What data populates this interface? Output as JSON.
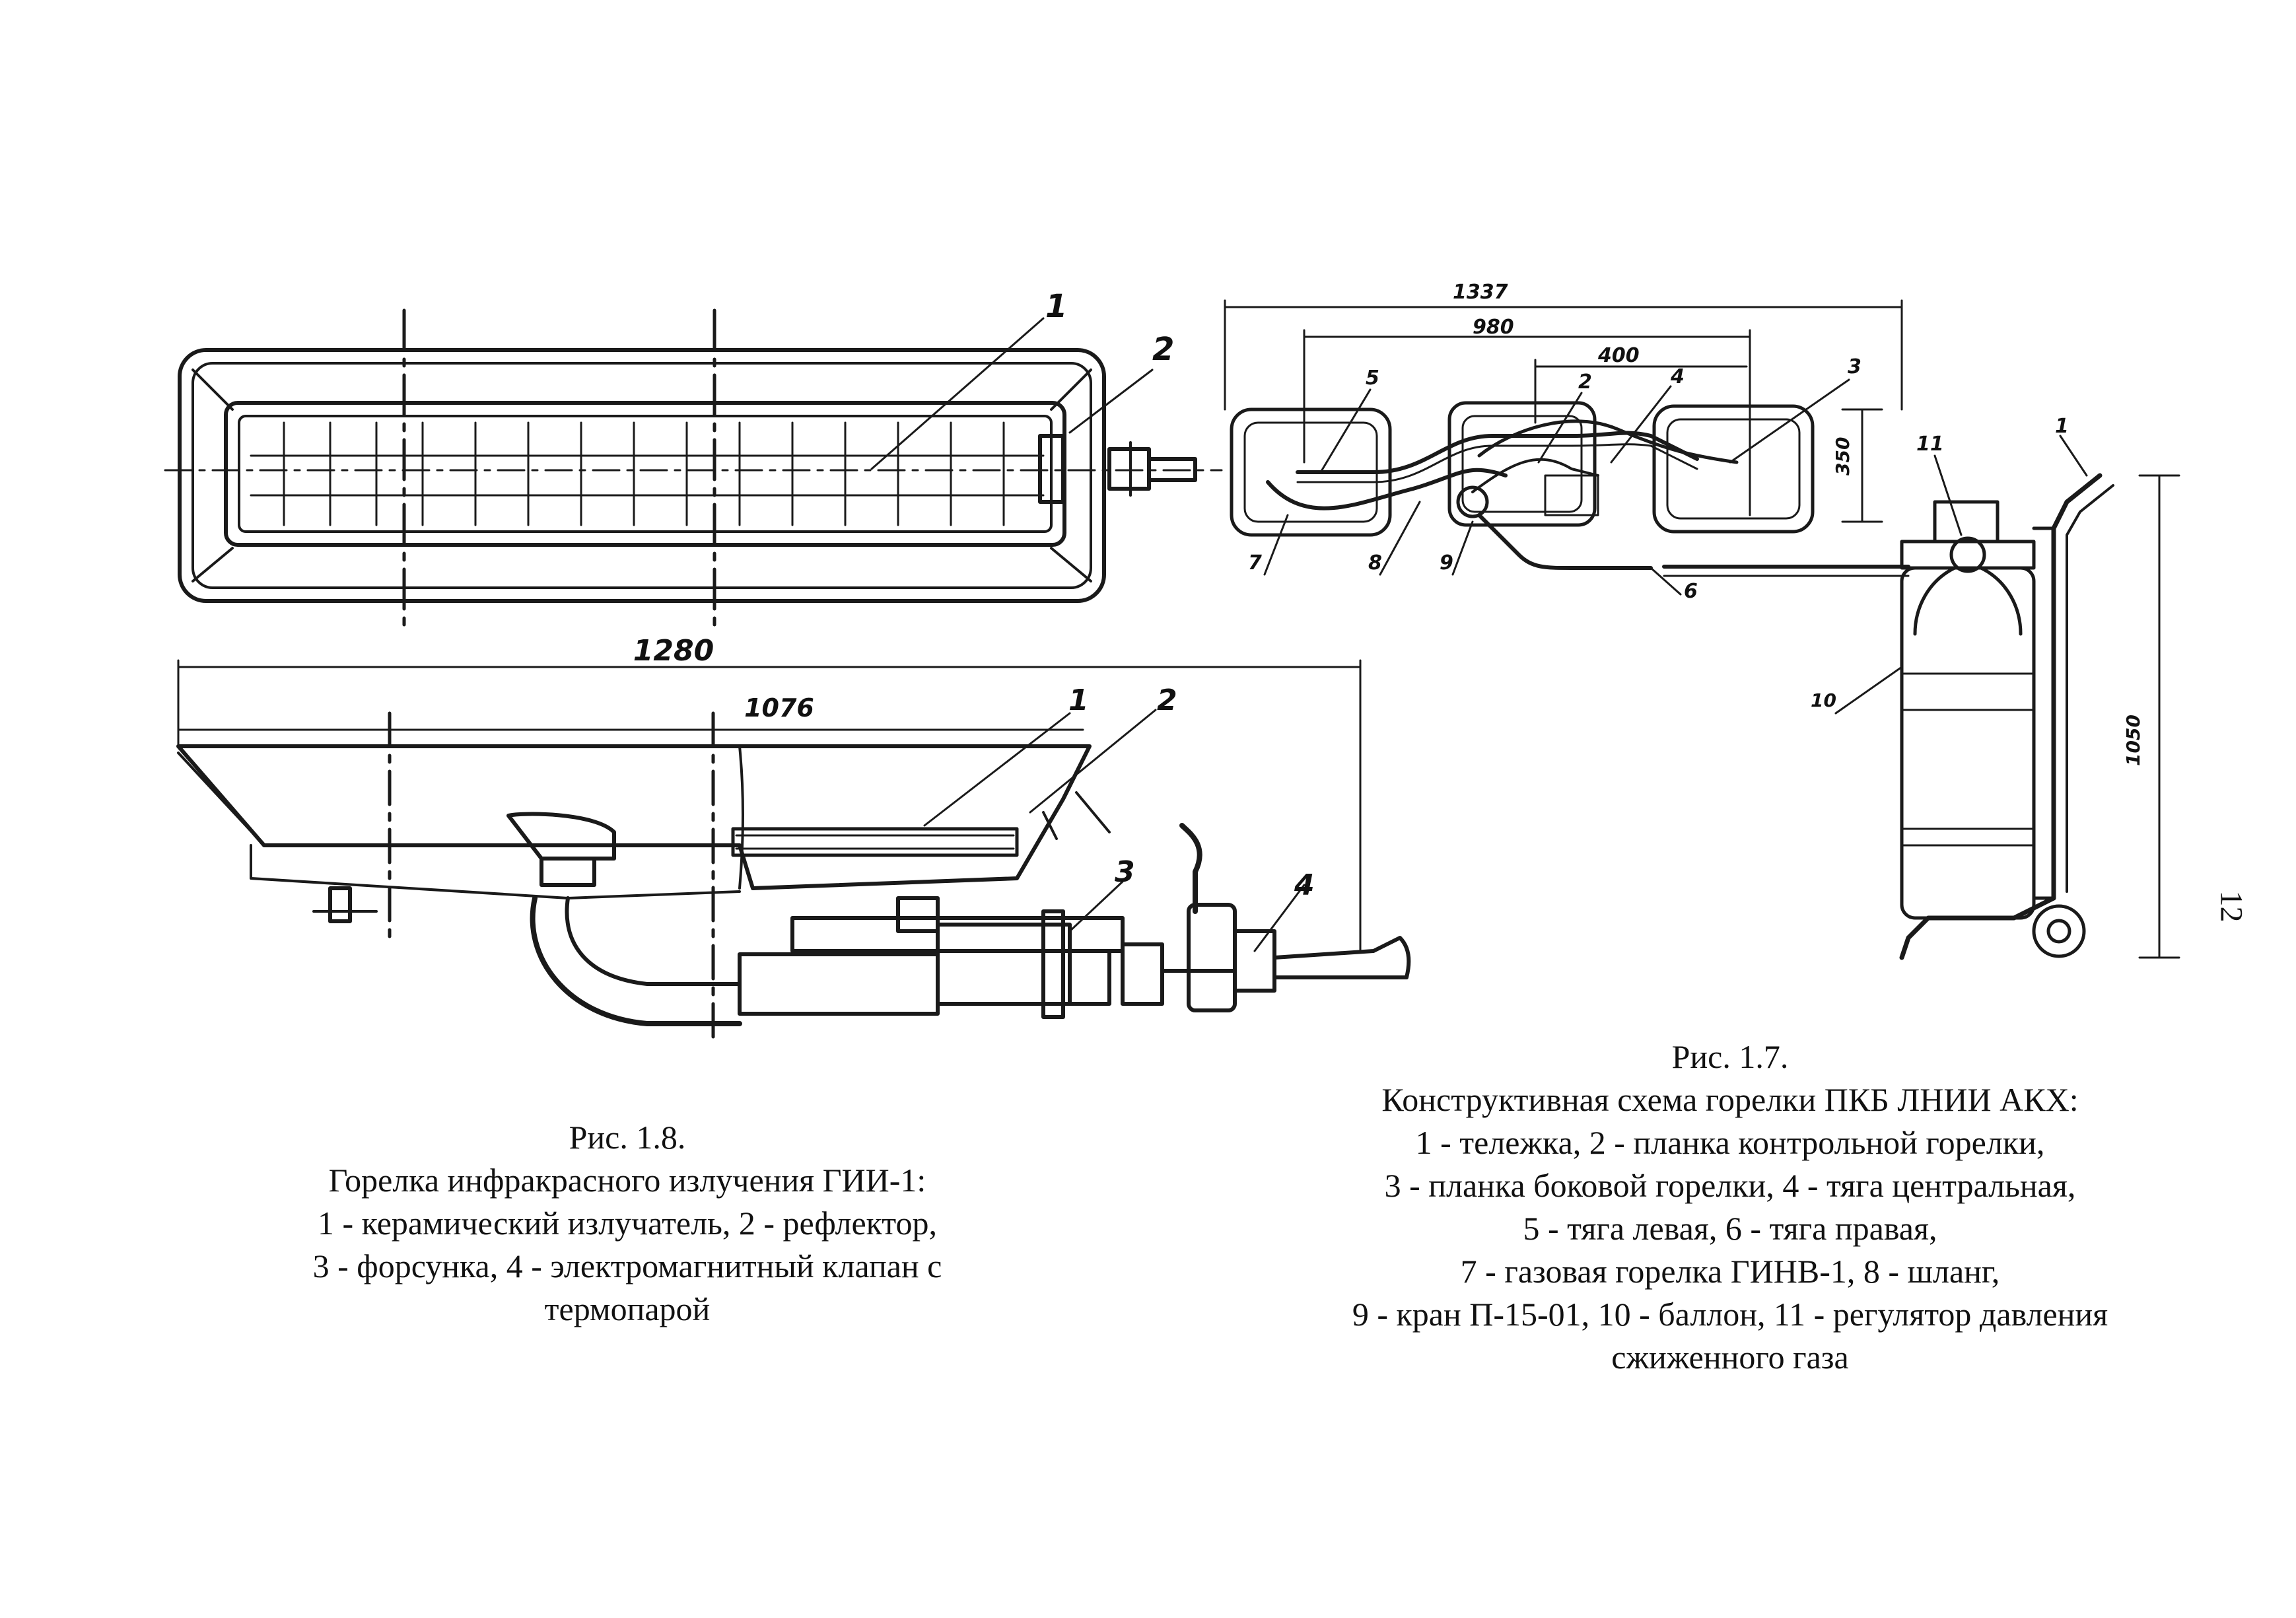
{
  "page_number": "12",
  "figure_1_8": {
    "caption_title": "Рис. 1.8.",
    "caption_lines": [
      "Горелка инфракрасного излучения ГИИ-1:",
      "1 - керамический излучатель, 2 - рефлектор,",
      "3 - форсунка, 4 - электромагнитный клапан с",
      "термопарой"
    ],
    "dimensions": {
      "overall": "1280",
      "inner": "1076"
    },
    "callouts": {
      "c1": "1",
      "c2": "2",
      "c1b": "1",
      "c2b": "2",
      "c3": "3",
      "c4": "4"
    }
  },
  "figure_1_7": {
    "caption_title": "Рис. 1.7.",
    "caption_lines": [
      "Конструктивная схема горелки ПКБ ЛНИИ АКХ:",
      "1 - тележка, 2 - планка контрольной горелки,",
      "3 - планка боковой горелки, 4 - тяга центральная,",
      "5 - тяга левая, 6 - тяга правая,",
      "7 - газовая горелка ГИНВ-1, 8 - шланг,",
      "9 - кран П-15-01, 10 - баллон, 11 - регулятор давления",
      "сжиженного газа"
    ],
    "dimensions": {
      "d1337": "1337",
      "d980": "980",
      "d400": "400",
      "d350": "350",
      "d1050": "1050"
    },
    "callouts": {
      "c1": "1",
      "c2": "2",
      "c3": "3",
      "c4": "4",
      "c5": "5",
      "c6": "6",
      "c7": "7",
      "c8": "8",
      "c9": "9",
      "c10": "10",
      "c11": "11"
    }
  }
}
